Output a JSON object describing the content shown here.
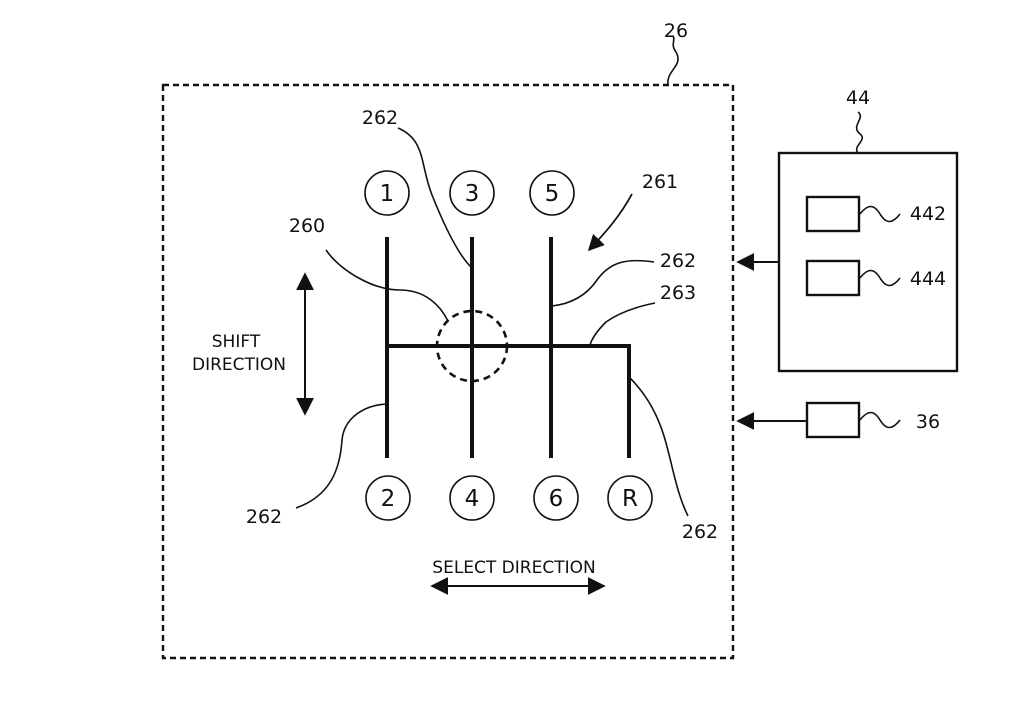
{
  "refs": {
    "housing": "26",
    "shift_pattern": "261",
    "gate_top_3": "262",
    "gate_right_5": "262",
    "gate_bottom_left": "262",
    "gate_bottom_right": "262",
    "neutral_zone": "260",
    "select_line": "263",
    "controller": "44",
    "controller_unit_a": "442",
    "controller_unit_b": "444",
    "sensor": "36"
  },
  "gears": {
    "top": [
      "1",
      "3",
      "5"
    ],
    "bottom": [
      "2",
      "4",
      "6",
      "R"
    ]
  },
  "labels": {
    "shift_direction_line1": "SHIFT",
    "shift_direction_line2": "DIRECTION",
    "select_direction": "SELECT DIRECTION"
  }
}
